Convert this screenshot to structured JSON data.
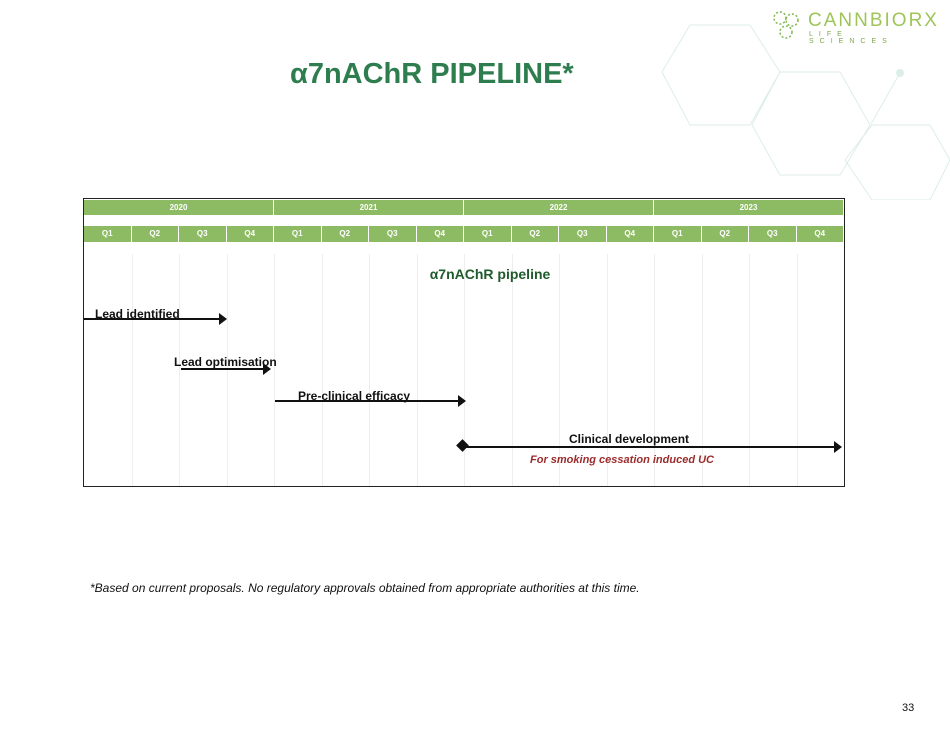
{
  "title": "α7nAChR PIPELINE*",
  "logo": {
    "name": "CANNBIORX",
    "sub": "LIFE SCIENCES"
  },
  "timeline": {
    "years": [
      "2020",
      "2021",
      "2022",
      "2023"
    ],
    "quarters": [
      "Q1",
      "Q2",
      "Q3",
      "Q4",
      "Q1",
      "Q2",
      "Q3",
      "Q4",
      "Q1",
      "Q2",
      "Q3",
      "Q4",
      "Q1",
      "Q2",
      "Q3",
      "Q4"
    ],
    "chart_title": "α7nAChR pipeline",
    "stages": [
      {
        "label": "Lead identified"
      },
      {
        "label": "Lead optimisation"
      },
      {
        "label": "Pre-clinical efficacy"
      },
      {
        "label": "Clinical development",
        "note": "For smoking cessation induced UC"
      }
    ]
  },
  "footnote": "*Based on current proposals.  No regulatory approvals obtained from appropriate authorities at this time.",
  "page_number": "33"
}
